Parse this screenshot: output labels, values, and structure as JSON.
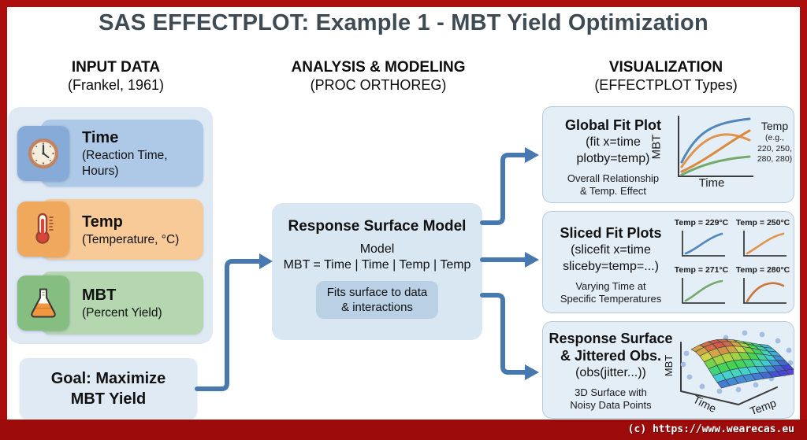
{
  "title": "SAS EFFECTPLOT: Example 1 - MBT Yield Optimization",
  "columns": {
    "input": {
      "header": "INPUT DATA",
      "subheader": "(Frankel, 1961)"
    },
    "analysis": {
      "header": "ANALYSIS & MODELING",
      "subheader": "(PROC ORTHOREG)"
    },
    "visualization": {
      "header": "VISUALIZATION",
      "subheader": "(EFFECTPLOT Types)"
    }
  },
  "input_rows": [
    {
      "label": "Time",
      "desc": "(Reaction Time, Hours)",
      "icon": "clock-icon"
    },
    {
      "label": "Temp",
      "desc": "(Temperature, °C)",
      "icon": "thermometer-icon"
    },
    {
      "label": "MBT",
      "desc": "(Percent Yield)",
      "icon": "flask-icon"
    }
  ],
  "goal": {
    "line1": "Goal: Maximize",
    "line2": "MBT Yield"
  },
  "model_box": {
    "title": "Response Surface Model",
    "subtitle": "Model",
    "equation": "MBT = Time | Time | Temp | Temp",
    "note_line1": "Fits surface to data",
    "note_line2": "& interactions"
  },
  "viz_boxes": [
    {
      "title": "Global Fit Plot",
      "code1": "(fit x=time",
      "code2": "plotby=temp)",
      "note1": "Overall Relationship",
      "note2": "& Temp. Effect",
      "chart": {
        "ylabel": "MBT",
        "xlabel": "Time",
        "legend1": "Temp",
        "legend2": "(e.g.,",
        "legend3": "220, 250,",
        "legend4": "280, 280)"
      }
    },
    {
      "title": "Sliced Fit Plots",
      "code1": "(slicefit x=time",
      "code2": "sliceby=temp=...)",
      "note1": "Varying Time at",
      "note2": "Specific Temperatures",
      "slices": [
        {
          "label": "Temp = 229°C"
        },
        {
          "label": "Temp = 250°C"
        },
        {
          "label": "Temp = 271°C"
        },
        {
          "label": "Temp = 280°C"
        }
      ]
    },
    {
      "title1": "Response Surface",
      "title2": "& Jittered Obs.",
      "code1": "(obs(jitter...))",
      "note1": "3D Surface with",
      "note2": "Noisy Data Points",
      "chart": {
        "ylabel": "MBT",
        "xlabel1": "Time",
        "xlabel2": "Temp"
      }
    }
  ],
  "footer": {
    "copyright": "(c) https://www.wearecas.eu"
  },
  "colors": {
    "border_red": "#ac0e0e",
    "footer_red": "#9e0b0b",
    "title_text": "#3e4b55",
    "arrow": "#4878b0",
    "panel_blue": "#dfe9f4",
    "time_bubble": "#aec9e7",
    "time_tile": "#86abd8",
    "temp_bubble": "#f8ca98",
    "temp_tile": "#f0a95c",
    "mbt_bubble": "#b5d7b0",
    "mbt_tile": "#86bd81",
    "box_blue": "#d9e7f3",
    "note_blue": "#b9d0e5",
    "viz_blue": "#e4eef7",
    "curves_global": [
      "#5287bd",
      "#e0944e",
      "#db8a40",
      "#74aa6d"
    ],
    "slice_curves": [
      "#5287bd",
      "#e0944e",
      "#74aa6d",
      "#c9763a"
    ]
  }
}
